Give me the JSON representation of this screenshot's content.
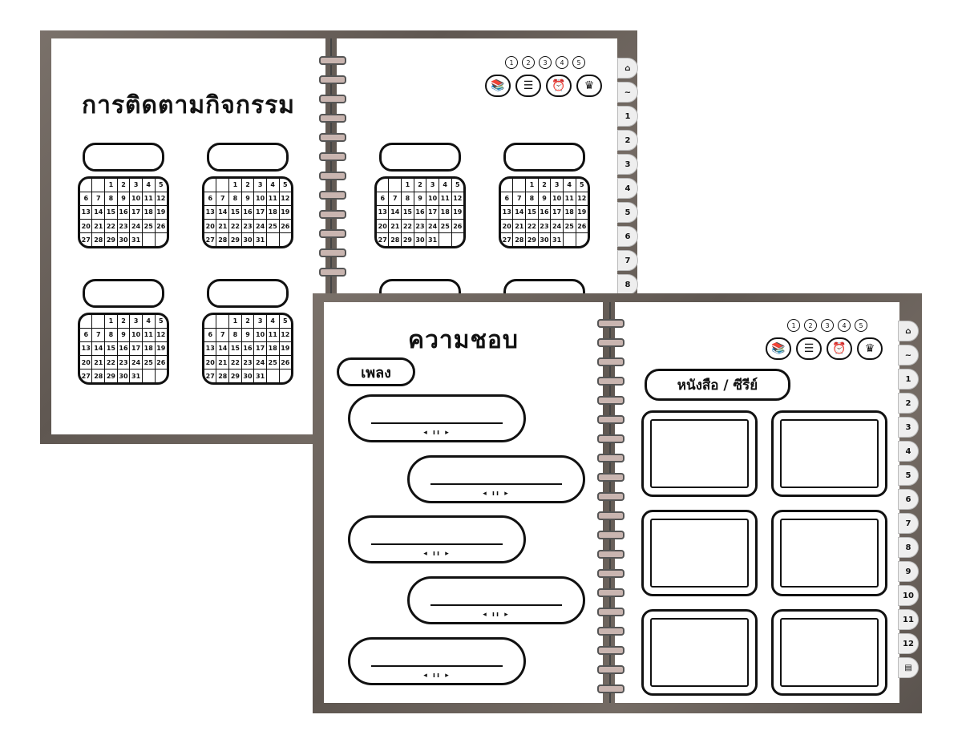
{
  "back_notebook": {
    "left_title": "การติดตามกิจกรรม",
    "circle_numbers": [
      "1",
      "2",
      "3",
      "4",
      "5"
    ],
    "tabs": [
      "⌂",
      "~",
      "1",
      "2",
      "3",
      "4",
      "5",
      "6",
      "7",
      "8"
    ]
  },
  "calendar_days": [
    [
      "",
      "",
      "1",
      "2",
      "3",
      "4",
      "5"
    ],
    [
      "6",
      "7",
      "8",
      "9",
      "10",
      "11",
      "12"
    ],
    [
      "13",
      "14",
      "15",
      "16",
      "17",
      "18",
      "19"
    ],
    [
      "20",
      "21",
      "22",
      "23",
      "24",
      "25",
      "26"
    ],
    [
      "27",
      "28",
      "29",
      "30",
      "31",
      "",
      ""
    ]
  ],
  "front_notebook": {
    "left_title": "ความชอบ",
    "songs_label": "เพลง",
    "books_label": "หนังสือ / ซีรีย์",
    "player_controls": "◂ ıı ▸",
    "circle_numbers": [
      "1",
      "2",
      "3",
      "4",
      "5"
    ],
    "tabs": [
      "⌂",
      "~",
      "1",
      "2",
      "3",
      "4",
      "5",
      "6",
      "7",
      "8",
      "9",
      "10",
      "11",
      "12",
      "▤"
    ]
  },
  "icons": [
    "books-icon",
    "checklist-icon",
    "alarm-clock-icon",
    "crown-icon"
  ],
  "icon_glyphs": [
    "📚",
    "☰",
    "⏰",
    "♛"
  ],
  "colors": {
    "cover": "#6e6660",
    "ring": "#c9b5b0",
    "ink": "#111111"
  }
}
